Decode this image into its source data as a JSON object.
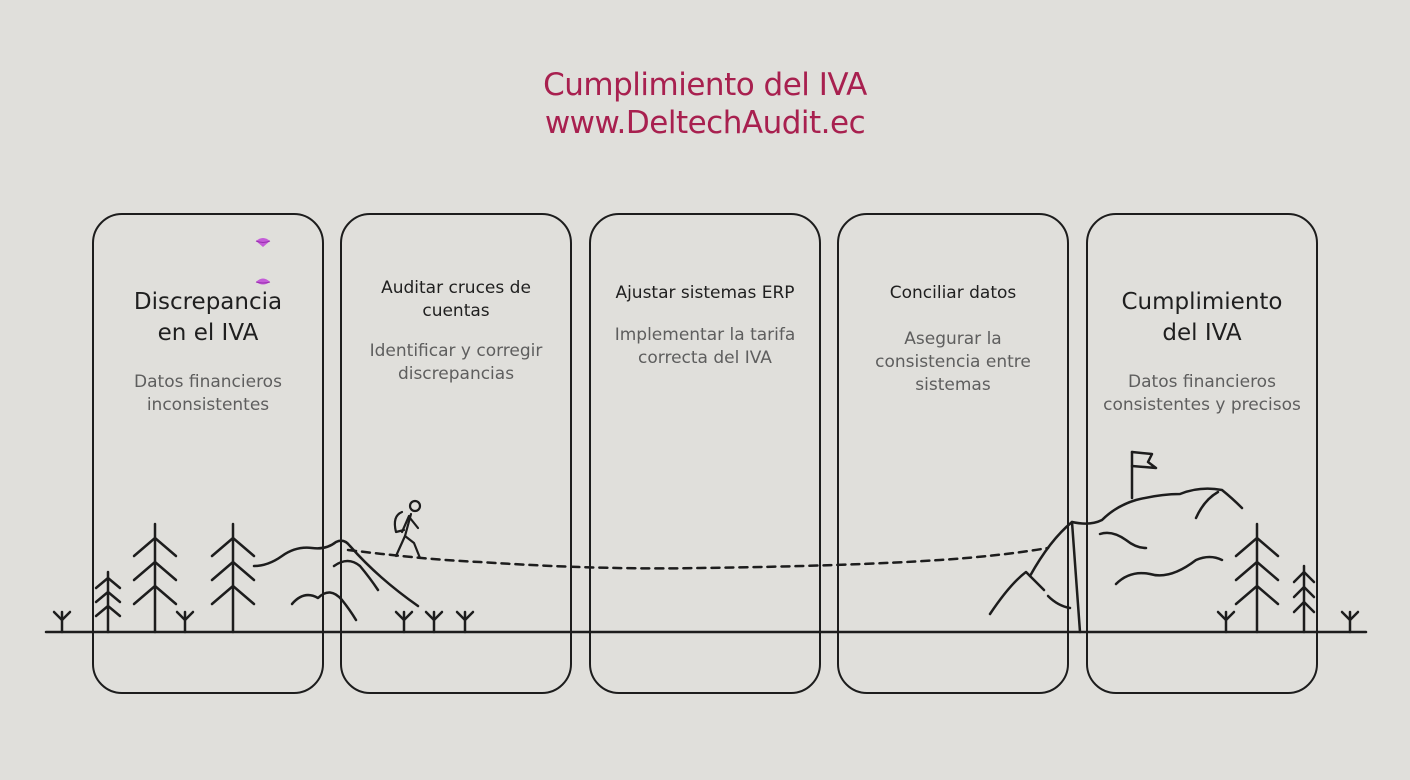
{
  "title": {
    "line1": "Cumplimiento del IVA",
    "line2": "www.DeltechAudit.ec"
  },
  "steps": [
    {
      "heading": "Discrepancia en el IVA",
      "description": "Datos financieros inconsistentes"
    },
    {
      "heading": "Auditar cruces de cuentas",
      "description": "Identificar y corregir discrepancias"
    },
    {
      "heading": "Ajustar sistemas ERP",
      "description": "Implementar la tarifa correcta del IVA"
    },
    {
      "heading": "Conciliar datos",
      "description": "Asegurar la consistencia entre sistemas"
    },
    {
      "heading": "Cumplimiento del IVA",
      "description": "Datos financieros consistentes y precisos"
    }
  ],
  "colors": {
    "background": "#e0dfdb",
    "title": "#a8204f",
    "line": "#1d1d1d",
    "accent_dot": "#c45bd8"
  },
  "icons": [
    "tree-icon",
    "hiker-icon",
    "flag-icon",
    "mountain-icon",
    "grass-icon"
  ]
}
